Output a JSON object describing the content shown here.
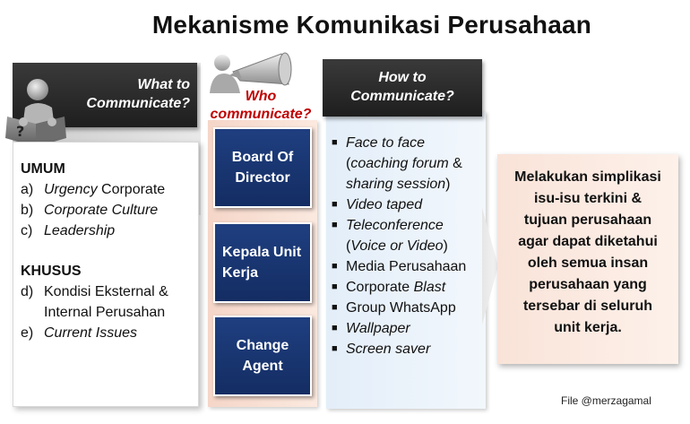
{
  "title": "Mekanisme Komunikasi Perusahaan",
  "columns": {
    "what": {
      "header": [
        "What to",
        "Communicate?"
      ],
      "sections": [
        {
          "title": "UMUM",
          "items": [
            {
              "marker": "a)",
              "parts": [
                {
                  "text": "Urgency",
                  "italic": true
                },
                {
                  "text": " Corporate",
                  "italic": false
                }
              ]
            },
            {
              "marker": "b)",
              "parts": [
                {
                  "text": "Corporate Culture",
                  "italic": true
                }
              ]
            },
            {
              "marker": "c)",
              "parts": [
                {
                  "text": "Leadership",
                  "italic": true
                }
              ]
            }
          ]
        },
        {
          "title": "KHUSUS",
          "items": [
            {
              "marker": "d)",
              "parts": [
                {
                  "text": "Kondisi Eksternal & Internal Perusahan",
                  "italic": false
                }
              ]
            },
            {
              "marker": "e)",
              "parts": [
                {
                  "text": "Current Issues",
                  "italic": true
                }
              ]
            }
          ]
        }
      ]
    },
    "who": {
      "header": [
        "Who",
        "communicate?"
      ],
      "roles": [
        "Board Of Director",
        "Kepala Unit Kerja",
        "Change Agent"
      ]
    },
    "how": {
      "header": [
        "How to",
        "Communicate?"
      ],
      "items": [
        [
          {
            "text": "Face to face",
            "italic": true
          },
          {
            "text": " (",
            "italic": false
          },
          {
            "text": "coaching  forum",
            "italic": true
          },
          {
            "text": " & ",
            "italic": false
          },
          {
            "text": "sharing session",
            "italic": true
          },
          {
            "text": ")",
            "italic": false
          }
        ],
        [
          {
            "text": "Video taped",
            "italic": true
          }
        ],
        [
          {
            "text": "Teleconference",
            "italic": true
          },
          {
            "text": " (",
            "italic": false
          },
          {
            "text": "Voice or Video",
            "italic": true
          },
          {
            "text": ")",
            "italic": false
          }
        ],
        [
          {
            "text": "Media Perusahaan",
            "italic": false
          }
        ],
        [
          {
            "text": "Corporate ",
            "italic": false
          },
          {
            "text": "Blast",
            "italic": true
          }
        ],
        [
          {
            "text": "Group WhatsApp",
            "italic": false
          }
        ],
        [
          {
            "text": "Wallpaper",
            "italic": true
          }
        ],
        [
          {
            "text": "Screen saver",
            "italic": true
          }
        ]
      ]
    },
    "result": {
      "lines": [
        "Melakukan simplikasi",
        "isu-isu terkini &",
        "tujuan perusahaan",
        "agar dapat diketahui",
        "oleh semua insan",
        "perusahaan yang",
        "tersebar di seluruh",
        "unit kerja."
      ]
    }
  },
  "credit": "File @merzagamal",
  "icons": {
    "what": "person-reading-book-icon",
    "who": "megaphone-icon"
  },
  "colors": {
    "header_dark": "#2b2b2b",
    "role_box_blue": "#1f3f80",
    "who_label_red": "#c00000",
    "who_column_bg": "#f5d6c8",
    "how_column_bg": "#e3eef9",
    "result_bg": "#f9e3d8"
  }
}
